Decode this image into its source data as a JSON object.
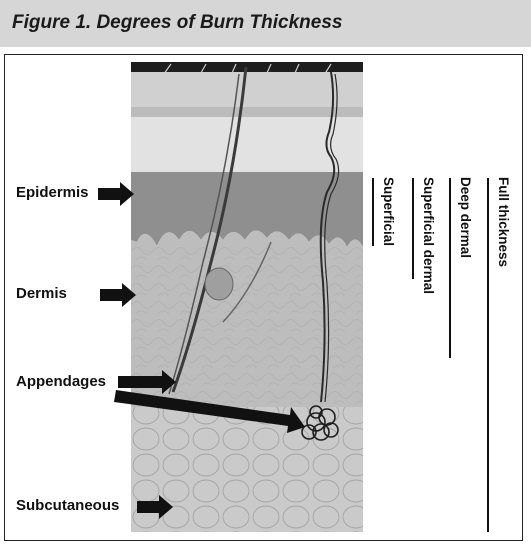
{
  "figure": {
    "title": "Figure 1. Degrees of Burn Thickness"
  },
  "labels": {
    "epidermis": "Epidermis",
    "dermis": "Dermis",
    "appendages": "Appendages",
    "subcutaneous": "Subcutaneous"
  },
  "depths": {
    "superficial": "Superficial",
    "superficial_dermal": "Superficial dermal",
    "deep_dermal": "Deep dermal",
    "full_thickness": "Full thickness"
  },
  "colors": {
    "title_bar": "#d6d6d6",
    "epidermis": "#8c8c8c",
    "dermis": "#bdbdbd",
    "subcutaneous": "#c9c9c9"
  }
}
